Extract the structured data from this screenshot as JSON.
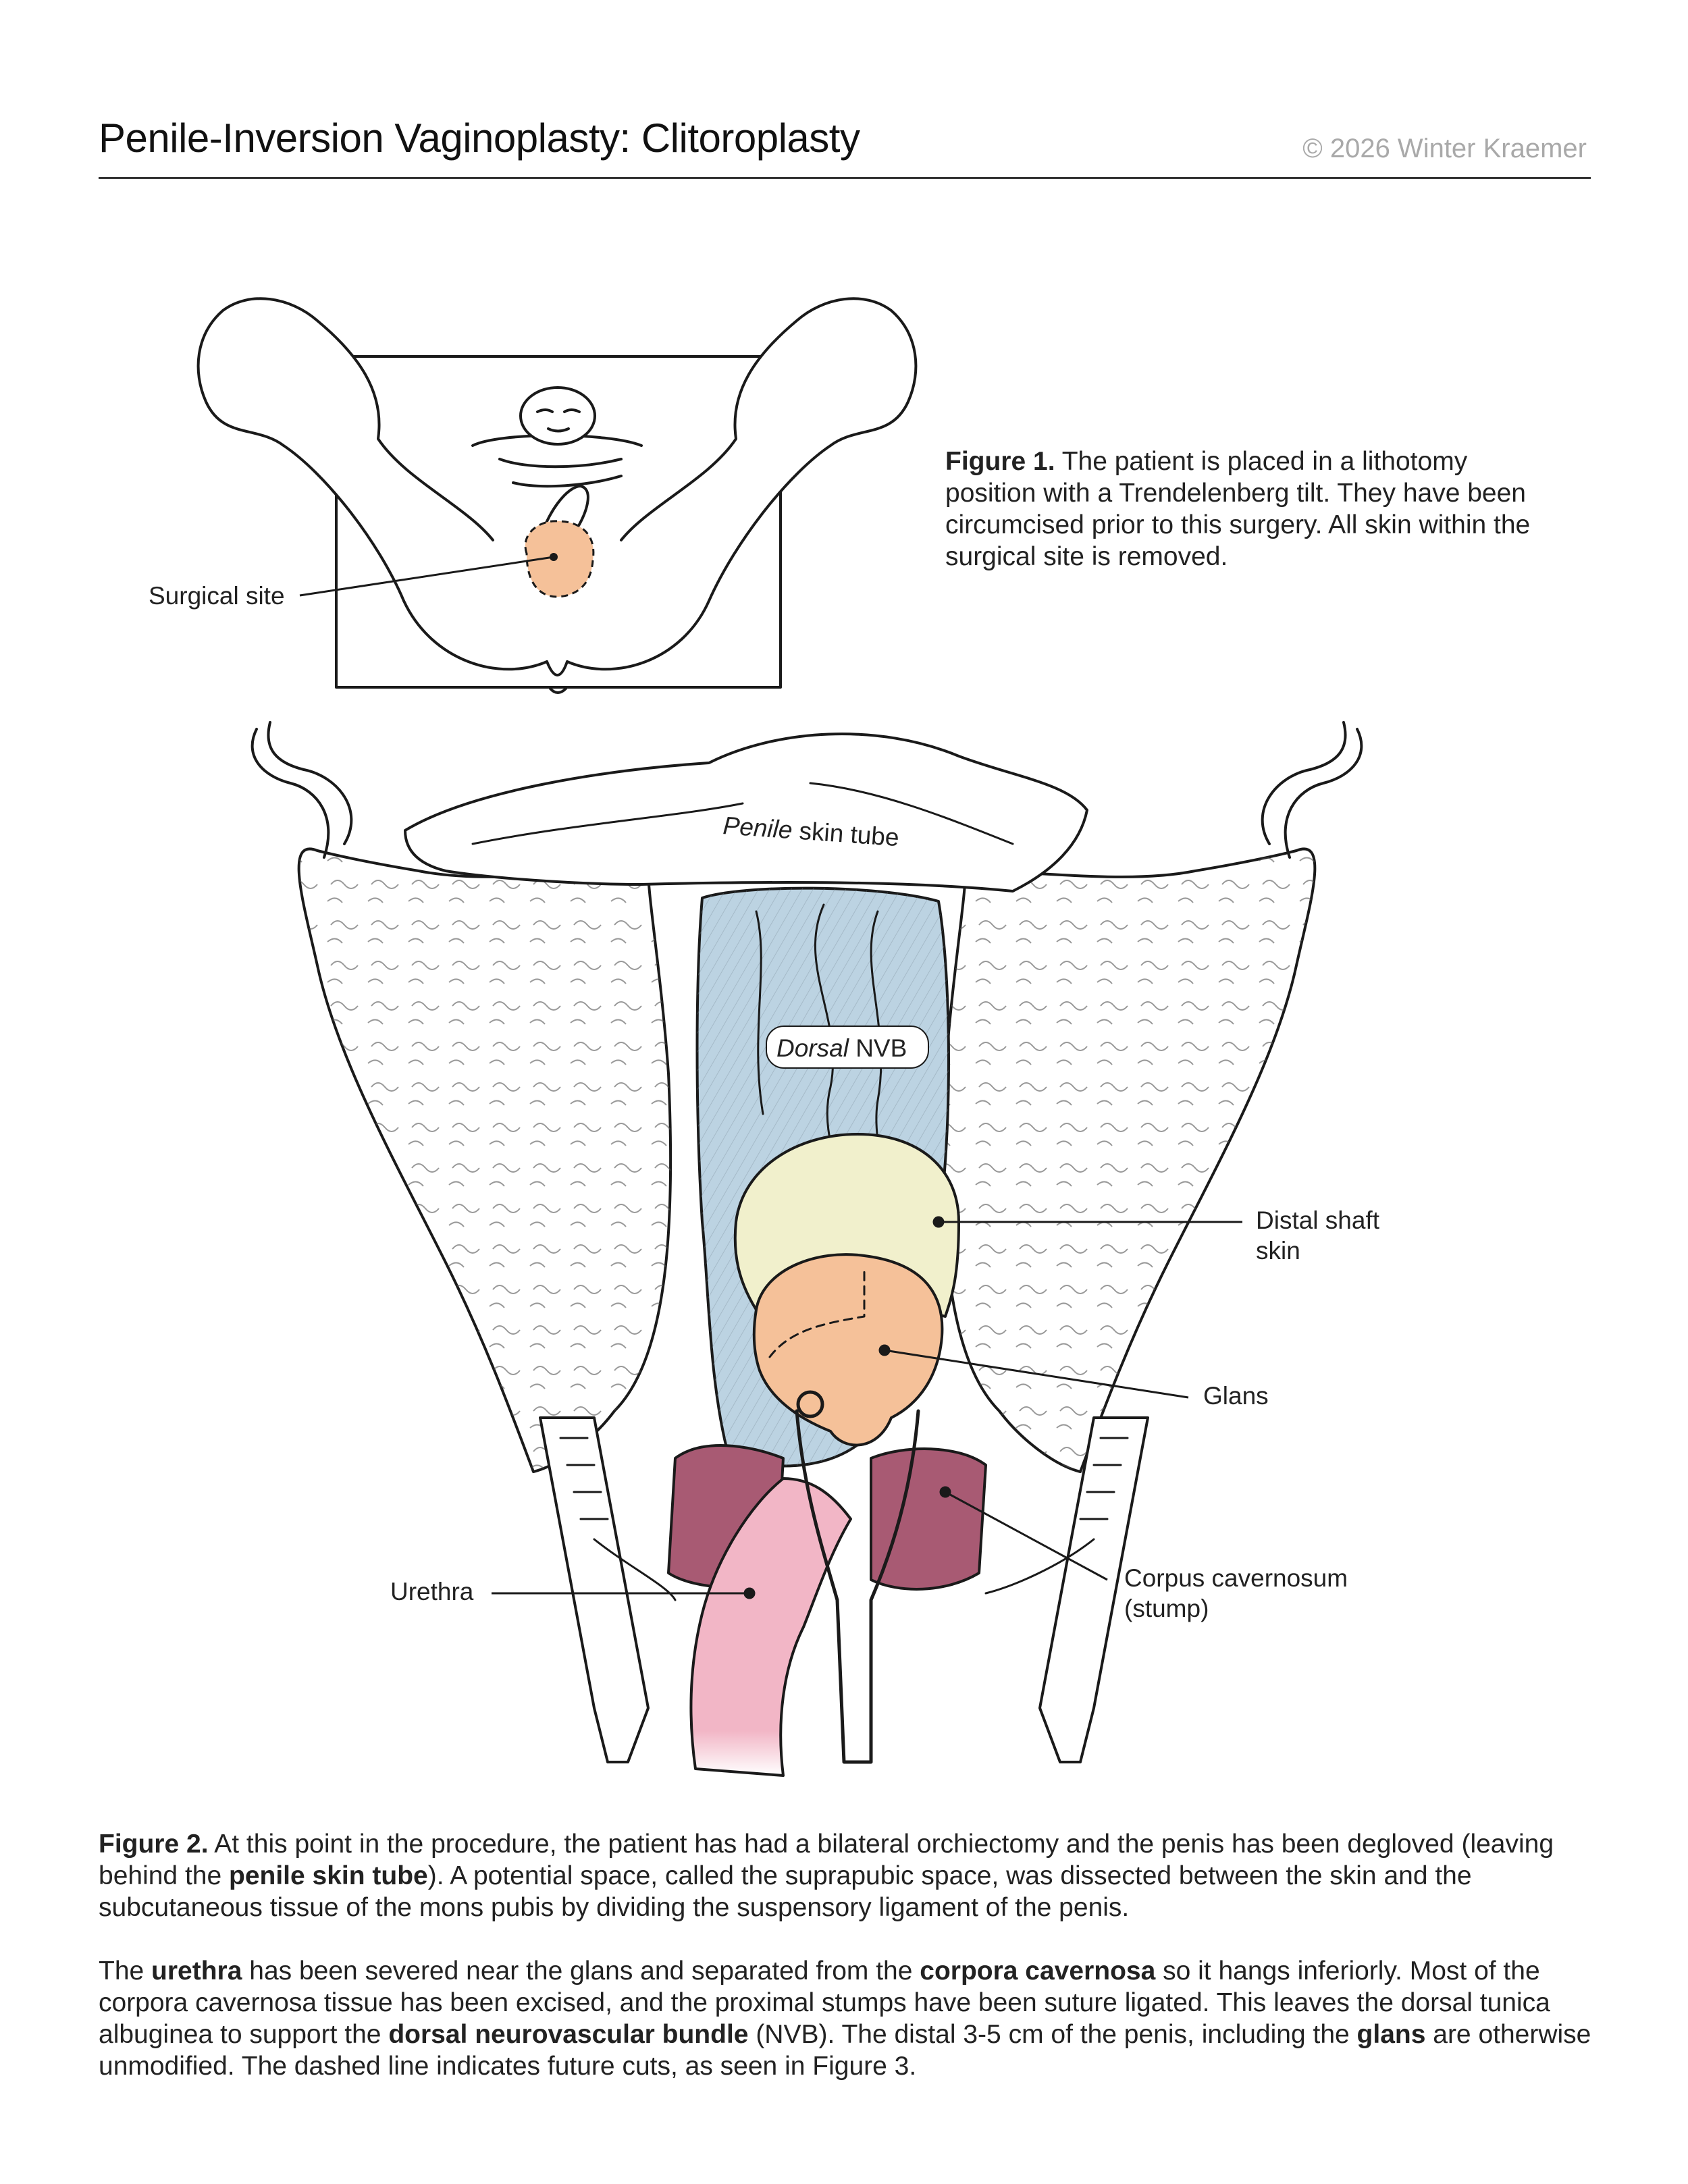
{
  "header": {
    "title": "Penile-Inversion Vaginoplasty: Clitoroplasty",
    "copyright": "© 2026 Winter Kraemer"
  },
  "figure1": {
    "label": "Figure 1.",
    "caption": "The patient is placed in a lithotomy position with a Trendelenberg tilt. They have been circumcised prior to this surgery. All skin within the surgical site is removed.",
    "callout_surgical_site": "Surgical site"
  },
  "figure2": {
    "callouts": {
      "penile_skin_tube_italic": "Penile",
      "penile_skin_tube_rest": " skin tube",
      "dorsal_nvb_italic": "Dorsal",
      "dorsal_nvb_rest": " NVB",
      "distal_shaft_skin_line1": "Distal shaft",
      "distal_shaft_skin_line2": "skin",
      "glans": "Glans",
      "urethra": "Urethra",
      "corpus_line1": "Corpus cavernosum",
      "corpus_line2": "(stump)"
    },
    "caption_p1": {
      "label": "Figure 2.",
      "t1": " At this point in the procedure, the patient has had a bilateral orchiectomy and the penis has been degloved (leaving behind the ",
      "b1": "penile skin tube",
      "t2": "). A potential space, called the suprapubic space, was dissected between the skin and the subcutaneous tissue of the mons pubis by dividing the suspensory ligament of the penis."
    },
    "caption_p2": {
      "t1": "The ",
      "b1": "urethra",
      "t2": " has been severed near the glans and separated from the ",
      "b2": "corpora cavernosa",
      "t3": " so it hangs inferiorly. Most of the corpora cavernosa tissue has been excised, and the proximal stumps have been suture ligated. This leaves the dorsal tunica albuginea to support the ",
      "b3": "dorsal neurovascular bundle",
      "t4": " (NVB). The distal 3-5 cm of the penis, including the ",
      "b4": "glans",
      "t5": " are otherwise unmodified. The dashed line indicates future cuts, as seen in Figure 3."
    }
  },
  "colors": {
    "surgical_site": "#f5c199",
    "nvb_blue": "#bcd3e2",
    "distal_skin": "#f1f0cc",
    "glans": "#f5c199",
    "urethra": "#f2b6c6",
    "corpus": "#a85a73",
    "line": "#1a1a1a"
  }
}
